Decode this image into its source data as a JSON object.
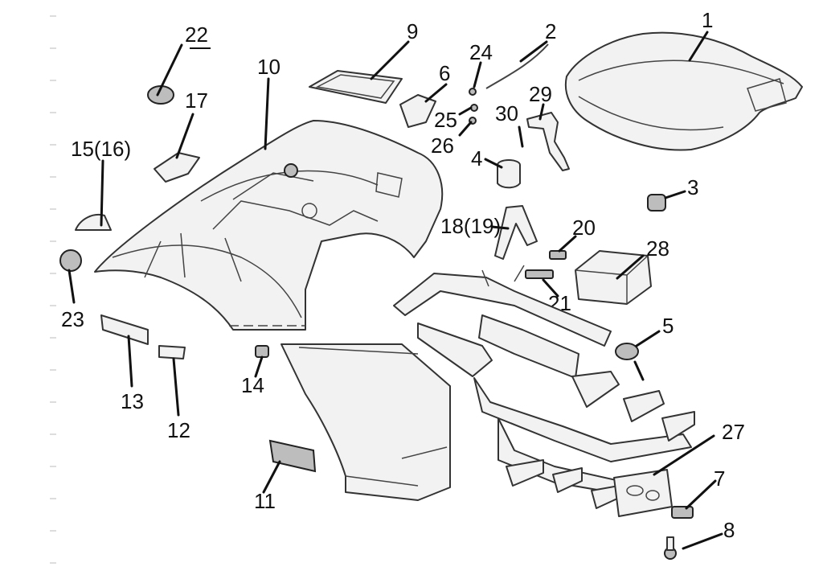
{
  "callouts": [
    {
      "id": "c1",
      "label": "1"
    },
    {
      "id": "c2",
      "label": "2"
    },
    {
      "id": "c3",
      "label": "3"
    },
    {
      "id": "c4",
      "label": "4"
    },
    {
      "id": "c5",
      "label": "5"
    },
    {
      "id": "c6",
      "label": "6"
    },
    {
      "id": "c7",
      "label": "7"
    },
    {
      "id": "c8",
      "label": "8"
    },
    {
      "id": "c9",
      "label": "9"
    },
    {
      "id": "c10",
      "label": "10"
    },
    {
      "id": "c11",
      "label": "11"
    },
    {
      "id": "c12",
      "label": "12"
    },
    {
      "id": "c13",
      "label": "13"
    },
    {
      "id": "c14",
      "label": "14"
    },
    {
      "id": "c15",
      "label": "15(16)"
    },
    {
      "id": "c17",
      "label": "17"
    },
    {
      "id": "c18",
      "label": "18(19)"
    },
    {
      "id": "c20",
      "label": "20"
    },
    {
      "id": "c21",
      "label": "21"
    },
    {
      "id": "c22",
      "label": "22"
    },
    {
      "id": "c23",
      "label": "23"
    },
    {
      "id": "c24",
      "label": "24"
    },
    {
      "id": "c25",
      "label": "25"
    },
    {
      "id": "c26",
      "label": "26"
    },
    {
      "id": "c27",
      "label": "27"
    },
    {
      "id": "c28",
      "label": "28"
    },
    {
      "id": "c29",
      "label": "29"
    },
    {
      "id": "c30",
      "label": "30"
    }
  ]
}
